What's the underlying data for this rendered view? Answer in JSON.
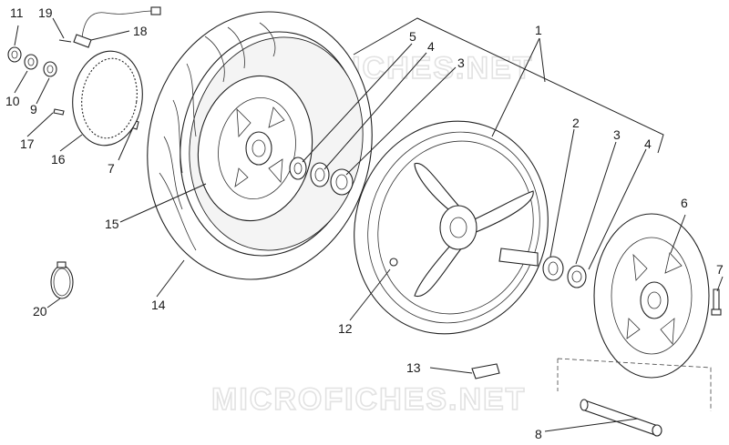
{
  "watermark": "MICROFICHES.NET",
  "labels": [
    {
      "id": "1",
      "text": "1"
    },
    {
      "id": "2",
      "text": "2"
    },
    {
      "id": "3a",
      "text": "3"
    },
    {
      "id": "3b",
      "text": "3"
    },
    {
      "id": "4a",
      "text": "4"
    },
    {
      "id": "4b",
      "text": "4"
    },
    {
      "id": "5",
      "text": "5"
    },
    {
      "id": "6",
      "text": "6"
    },
    {
      "id": "7a",
      "text": "7"
    },
    {
      "id": "7b",
      "text": "7"
    },
    {
      "id": "8",
      "text": "8"
    },
    {
      "id": "9",
      "text": "9"
    },
    {
      "id": "10",
      "text": "10"
    },
    {
      "id": "11",
      "text": "11"
    },
    {
      "id": "12",
      "text": "12"
    },
    {
      "id": "13",
      "text": "13"
    },
    {
      "id": "14",
      "text": "14"
    },
    {
      "id": "15",
      "text": "15"
    },
    {
      "id": "16",
      "text": "16"
    },
    {
      "id": "17",
      "text": "17"
    },
    {
      "id": "18",
      "text": "18"
    },
    {
      "id": "19",
      "text": "19"
    },
    {
      "id": "20",
      "text": "20"
    }
  ]
}
